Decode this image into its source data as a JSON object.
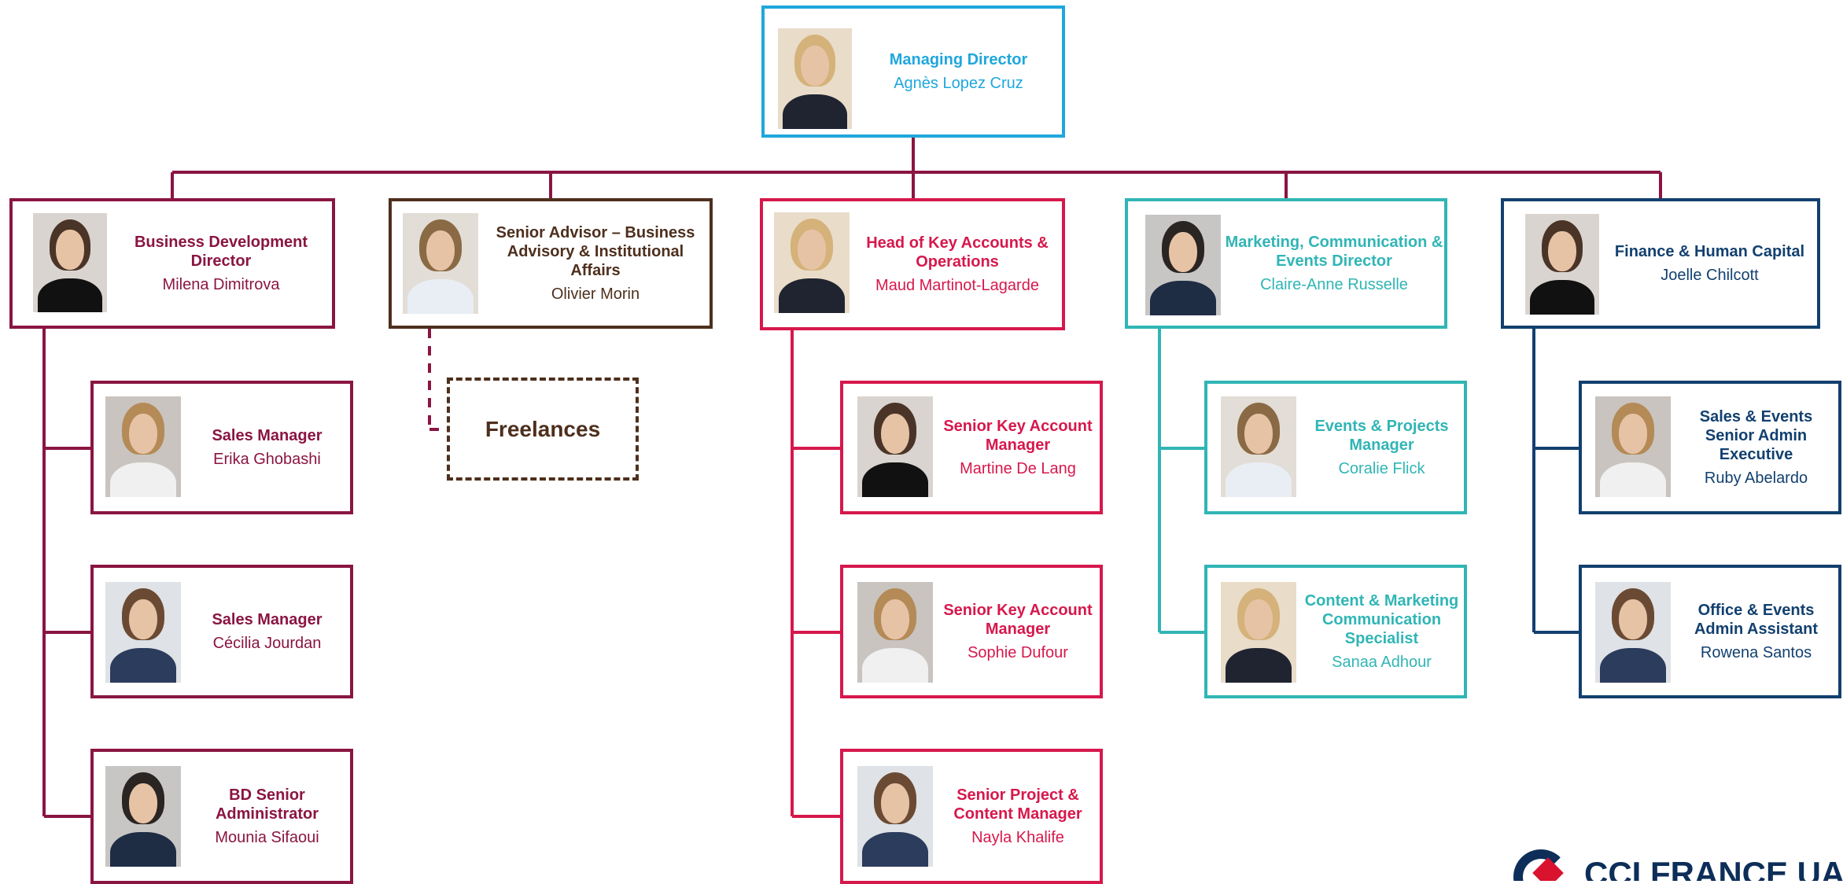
{
  "colors": {
    "director": "#1fa7dc",
    "bizdev": "#8a1542",
    "advisor": "#4e2f1d",
    "accounts": "#d6184c",
    "marketing": "#31b5b5",
    "finance": "#12406f",
    "logo_navy": "#0d2e59",
    "logo_red": "#d9122e"
  },
  "root": {
    "id": "md",
    "title": "Managing Director",
    "name": "Agnès Lopez Cruz",
    "color": "director"
  },
  "columns": [
    {
      "head": {
        "id": "bd",
        "title": "Business Development Director",
        "name": "Milena Dimitrova",
        "color": "bizdev"
      },
      "reports": [
        {
          "id": "sm1",
          "title": "Sales Manager",
          "name": "Erika Ghobashi",
          "color": "bizdev"
        },
        {
          "id": "sm2",
          "title": "Sales Manager",
          "name": "Cécilia Jourdan",
          "color": "bizdev"
        },
        {
          "id": "bdsa",
          "title": "BD Senior Administrator",
          "name": "Mounia Sifaoui",
          "color": "bizdev"
        }
      ]
    },
    {
      "head": {
        "id": "sa",
        "title": "Senior Advisor – Business Advisory & Institutional Affairs",
        "name": "Olivier Morin",
        "color": "advisor"
      },
      "freelance": "Freelances",
      "reports": []
    },
    {
      "head": {
        "id": "hka",
        "title": "Head of Key Accounts & Operations",
        "name": "Maud Martinot-Lagarde",
        "color": "accounts"
      },
      "reports": [
        {
          "id": "ska1",
          "title": "Senior Key Account Manager",
          "name": "Martine De Lang",
          "color": "accounts"
        },
        {
          "id": "ska2",
          "title": "Senior Key Account Manager",
          "name": "Sophie Dufour",
          "color": "accounts"
        },
        {
          "id": "spcm",
          "title": "Senior Project & Content Manager",
          "name": "Nayla Khalife",
          "color": "accounts"
        }
      ]
    },
    {
      "head": {
        "id": "mce",
        "title": "Marketing, Communication & Events Director",
        "name": "Claire-Anne Russelle",
        "color": "marketing"
      },
      "reports": [
        {
          "id": "epm",
          "title": "Events & Projects Manager",
          "name": "Coralie Flick",
          "color": "marketing"
        },
        {
          "id": "cmcs",
          "title": "Content & Marketing Communication Specialist",
          "name": "Sanaa Adhour",
          "color": "marketing"
        }
      ]
    },
    {
      "head": {
        "id": "fhc",
        "title": "Finance & Human Capital",
        "name": "Joelle Chilcott",
        "color": "finance"
      },
      "reports": [
        {
          "id": "sesa",
          "title": "Sales & Events Senior Admin Executive",
          "name": "Ruby Abelardo",
          "color": "finance"
        },
        {
          "id": "oeaa",
          "title": "Office & Events Admin Assistant",
          "name": "Rowena Santos",
          "color": "finance"
        }
      ]
    }
  ],
  "logo": "CCI FRANCE UAE"
}
